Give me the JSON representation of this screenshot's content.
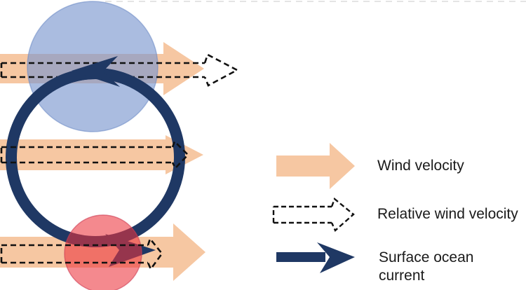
{
  "legend": {
    "items": [
      {
        "id": "wind",
        "label": "Wind velocity",
        "symbol": "solid-peach-arrow"
      },
      {
        "id": "relative-wind",
        "label": "Relative wind velocity",
        "symbol": "black-dashed-outline-arrow"
      },
      {
        "id": "surface-current",
        "label": "Surface ocean current",
        "symbol": "solid-navy-arrow"
      }
    ]
  },
  "colors": {
    "wind_arrow": "#f6c7a2",
    "surface_current": "#1f3864",
    "relative_wind_dash": "#111111",
    "upper_circle_effective": "#aabce0",
    "lower_circle_effective": "#f48b8b",
    "background": "#ffffff",
    "text": "#1a1a1a"
  }
}
